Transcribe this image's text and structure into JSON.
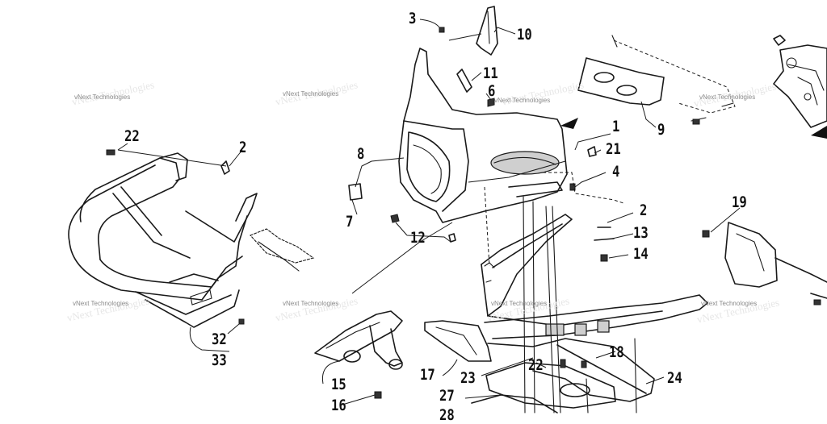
{
  "diagram": {
    "watermark_text": "vNext Technologies",
    "callouts": [
      "1",
      "2",
      "2",
      "3",
      "4",
      "6",
      "7",
      "8",
      "9",
      "10",
      "11",
      "12",
      "13",
      "14",
      "15",
      "16",
      "17",
      "18",
      "19",
      "21",
      "22",
      "22",
      "23",
      "24",
      "27",
      "28",
      "32",
      "33"
    ]
  }
}
